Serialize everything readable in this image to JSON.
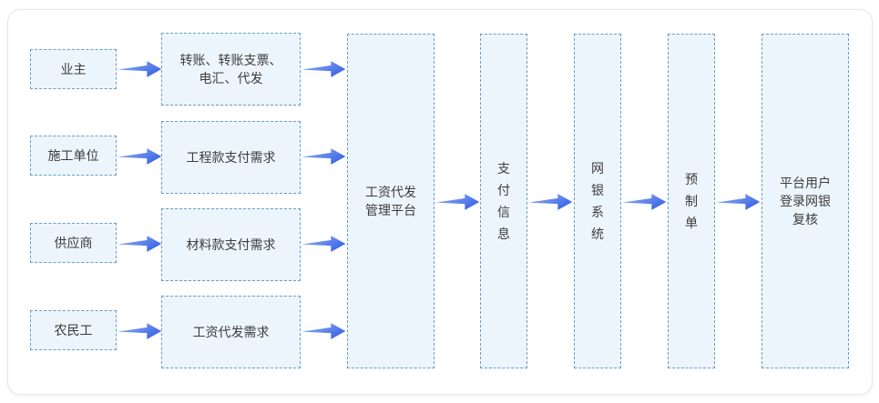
{
  "diagram": {
    "sources": [
      {
        "label": "业主"
      },
      {
        "label": "施工单位"
      },
      {
        "label": "供应商"
      },
      {
        "label": "农民工"
      }
    ],
    "requests": [
      {
        "label": "转账、转账支票、\n电汇、代发"
      },
      {
        "label": "工程款支付需求"
      },
      {
        "label": "材料款支付需求"
      },
      {
        "label": "工资代发需求"
      }
    ],
    "pipeline": {
      "platform": {
        "label": "工资代发\n管理平台"
      },
      "payment_info": {
        "label": "支\n付\n信\n息"
      },
      "ebank_system": {
        "label": "网\n银\n系\n统"
      },
      "premade_order": {
        "label": "预\n制\n单"
      },
      "review": {
        "label": "平台用户\n登录网银\n复核"
      }
    },
    "colors": {
      "box_fill": "#edf5fc",
      "box_border": "#669dcc",
      "arrow_gradient_from": "#96b6f7",
      "arrow_gradient_to": "#3a63e4",
      "text": "#3c3c3c",
      "frame_border": "#e5e6e8"
    }
  }
}
